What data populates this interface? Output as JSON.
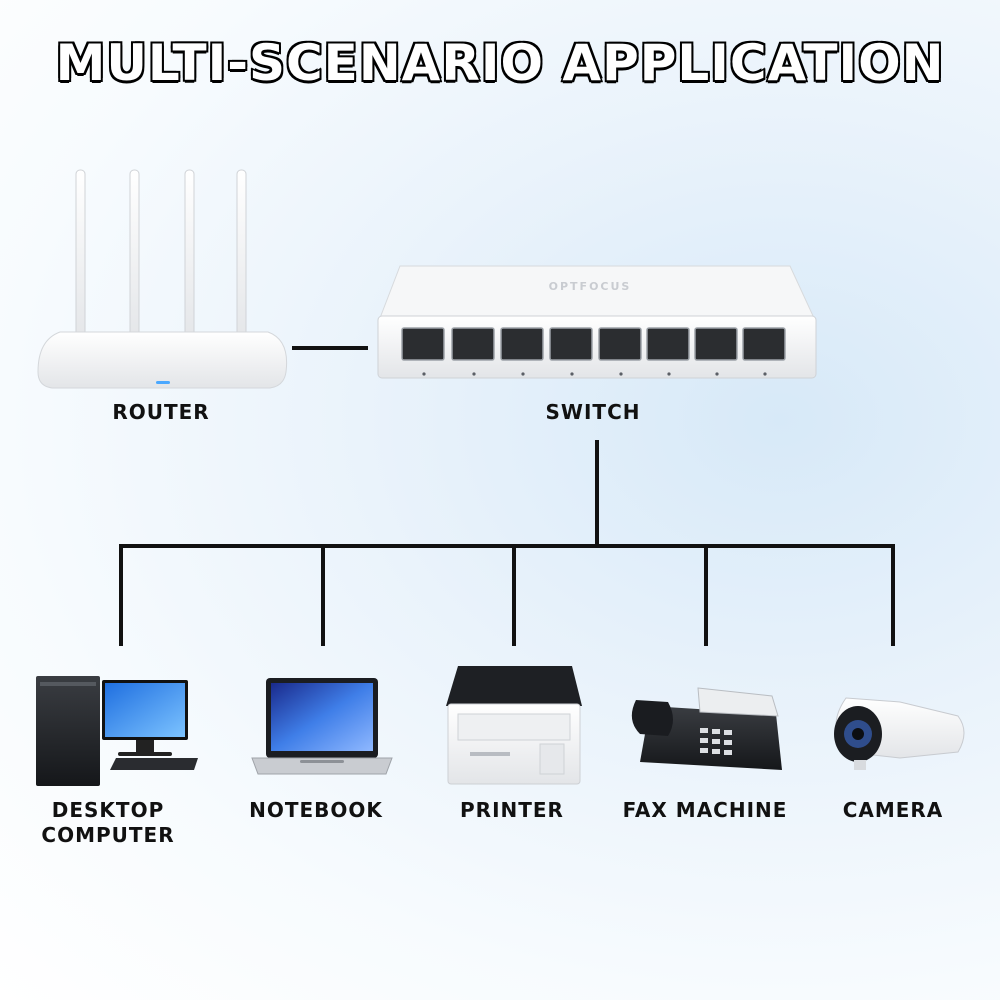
{
  "title": "MULTI-SCENARIO APPLICATION",
  "nodes": {
    "router": "ROUTER",
    "switch": "SWITCH",
    "switch_brand": "OPTFOCUS",
    "devices": [
      {
        "line1": "DESKTOP",
        "line2": "COMPUTER"
      },
      {
        "line1": "NOTEBOOK"
      },
      {
        "line1": "PRINTER"
      },
      {
        "line1": "FAX MACHINE"
      },
      {
        "line1": "CAMERA"
      }
    ]
  },
  "icons": [
    "router-icon",
    "switch-icon",
    "desktop-computer-icon",
    "notebook-icon",
    "printer-icon",
    "fax-machine-icon",
    "camera-icon"
  ],
  "colors": {
    "connector_line": "#111111",
    "device_white": "#f4f4f4"
  }
}
